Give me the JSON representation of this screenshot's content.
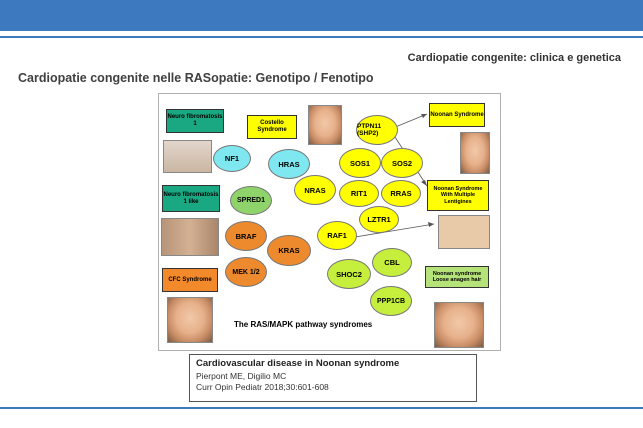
{
  "header": {
    "subtitle": "Cardiopatie congenite: clinica e genetica",
    "title": "Cardiopatie congenite nelle RASopatie: Genotipo / Fenotipo"
  },
  "figure": {
    "syndromes": {
      "nf1_syndrome": "Neuro fibromatosis 1",
      "costello": "Costello Syndrome",
      "noonan": "Noonan Syndrome",
      "nf1_like": "Neuro fibromatosis 1 like",
      "noonan_lentigines": "Noonan Syndrome With Multiple Lentigines",
      "cfc": "CFC Syndrome",
      "noonan_hair": "Noonan syndrome Loose anagen hair"
    },
    "genes": {
      "nf1": "NF1",
      "hras": "HRAS",
      "ptpn11": "PTPN11 (SHP2)",
      "sos1": "SOS1",
      "sos2": "SOS2",
      "nras": "NRAS",
      "rit1": "RIT1",
      "rras": "RRAS",
      "spred1": "SPRED1",
      "lztr1": "LZTR1",
      "braf": "BRAF",
      "kras": "KRAS",
      "raf1": "RAF1",
      "cbl": "CBL",
      "mek": "MEK 1/2",
      "shoc2": "SHOC2",
      "ppp1cb": "PPP1CB"
    },
    "caption": "The RAS/MAPK pathway syndromes"
  },
  "reference": {
    "title": "Cardiovascular disease in Noonan syndrome",
    "authors": "Pierpont ME, Digilio MC",
    "journal": "Curr Opin Pediatr 2018;30:601-608"
  },
  "colors": {
    "header_bar": "#3d79bf",
    "syndrome_green": "#1aa882",
    "syndrome_yellow": "#ffff00",
    "syndrome_orange": "#f28a2b"
  }
}
